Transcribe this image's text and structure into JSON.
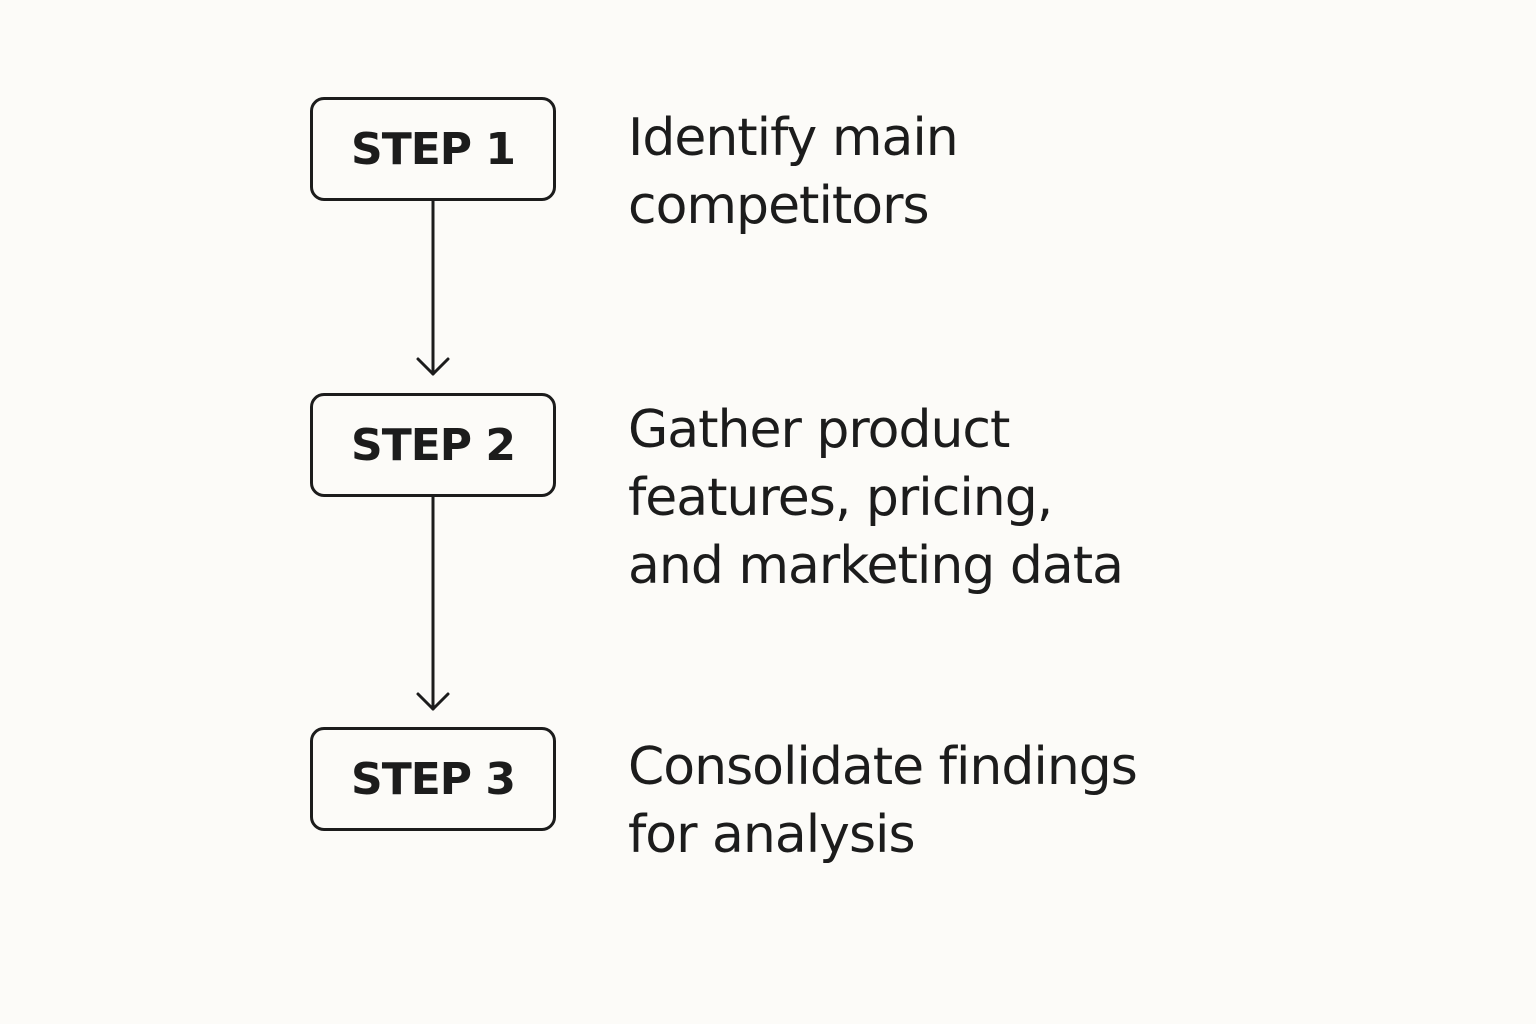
{
  "diagram": {
    "background": "#fcfbf8",
    "ink": "#1c1c1c",
    "steps": [
      {
        "label": "STEP 1",
        "description": [
          "Identify main",
          "competitors"
        ]
      },
      {
        "label": "STEP 2",
        "description": [
          "Gather product",
          "features, pricing,",
          "and marketing data"
        ]
      },
      {
        "label": "STEP 3",
        "description": [
          "Consolidate findings",
          "for analysis"
        ]
      }
    ]
  }
}
